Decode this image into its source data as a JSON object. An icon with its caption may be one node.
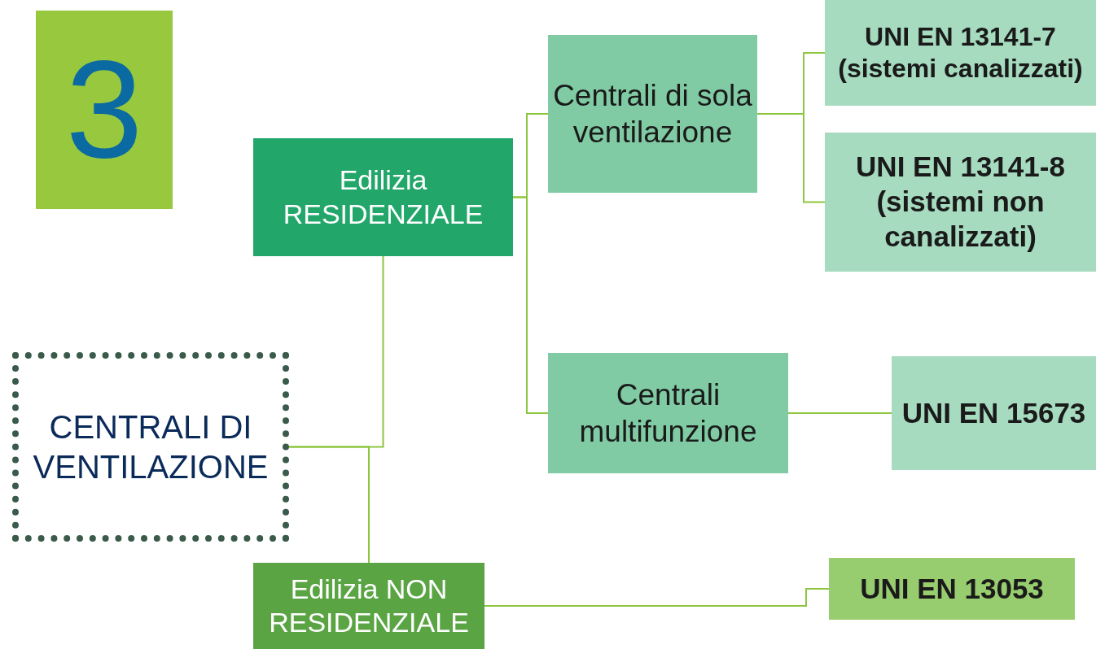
{
  "diagram": {
    "nodes": [
      {
        "text": [
          "3"
        ]
      },
      {
        "text": [
          "Edilizia RESIDENZIALE"
        ]
      },
      {
        "text": [
          "Centrali di sola ventilazione"
        ]
      },
      {
        "text": [
          "UNI EN 13141-7 (sistemi canalizzati)"
        ]
      },
      {
        "text": [
          "UNI EN 13141-8 (sistemi non canalizzati)"
        ]
      },
      {
        "text": [
          "Centrali multifunzione"
        ]
      },
      {
        "text": [
          "UNI EN 15673"
        ]
      },
      {
        "text": [
          "CENTRALI DI VENTILAZIONE"
        ]
      },
      {
        "text": [
          "Edilizia NON RESIDENZIALE"
        ]
      },
      {
        "text": [
          "UNI EN 13053"
        ]
      }
    ],
    "edges": [
      {
        "from": 7,
        "to": 1,
        "arrow": "none"
      },
      {
        "from": 7,
        "to": 8,
        "arrow": "none"
      },
      {
        "from": 1,
        "to": 2,
        "arrow": "none"
      },
      {
        "from": 1,
        "to": 5,
        "arrow": "none"
      },
      {
        "from": 2,
        "to": 3,
        "arrow": "none"
      },
      {
        "from": 2,
        "to": 4,
        "arrow": "none"
      },
      {
        "from": 5,
        "to": 6,
        "arrow": "none"
      },
      {
        "from": 8,
        "to": 9,
        "arrow": "none"
      }
    ]
  }
}
